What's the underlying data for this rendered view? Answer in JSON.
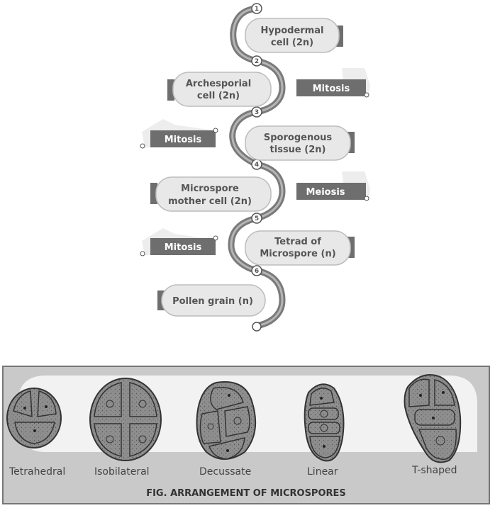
{
  "stages": [
    {
      "num": "1",
      "lines": [
        "Hypodermal",
        "cell (2n)"
      ]
    },
    {
      "num": "2",
      "lines": [
        "Archesporial",
        "cell (2n)"
      ]
    },
    {
      "num": "3",
      "lines": [
        "Sporogenous",
        "tissue (2n)"
      ]
    },
    {
      "num": "4",
      "lines": [
        "Microspore",
        "mother cell (2n)"
      ]
    },
    {
      "num": "5",
      "lines": [
        "Tetrad of",
        "Microspore (n)"
      ]
    },
    {
      "num": "6",
      "lines": [
        "Pollen grain (n)"
      ]
    }
  ],
  "processes": [
    "Mitosis",
    "Mitosis",
    "Meiosis",
    "Mitosis"
  ],
  "arrangements": [
    "Tetrahedral",
    "Isobilateral",
    "Decussate",
    "Linear",
    "T-shaped"
  ],
  "caption": "FIG. ARRANGEMENT OF MICROSPORES",
  "colors": {
    "ribbon": "#777777",
    "stage_fill": "#e8e8e8",
    "tag": "#6e6e6e",
    "panel": "#c9c9c9",
    "cell_fill": "#8e8e8e"
  }
}
